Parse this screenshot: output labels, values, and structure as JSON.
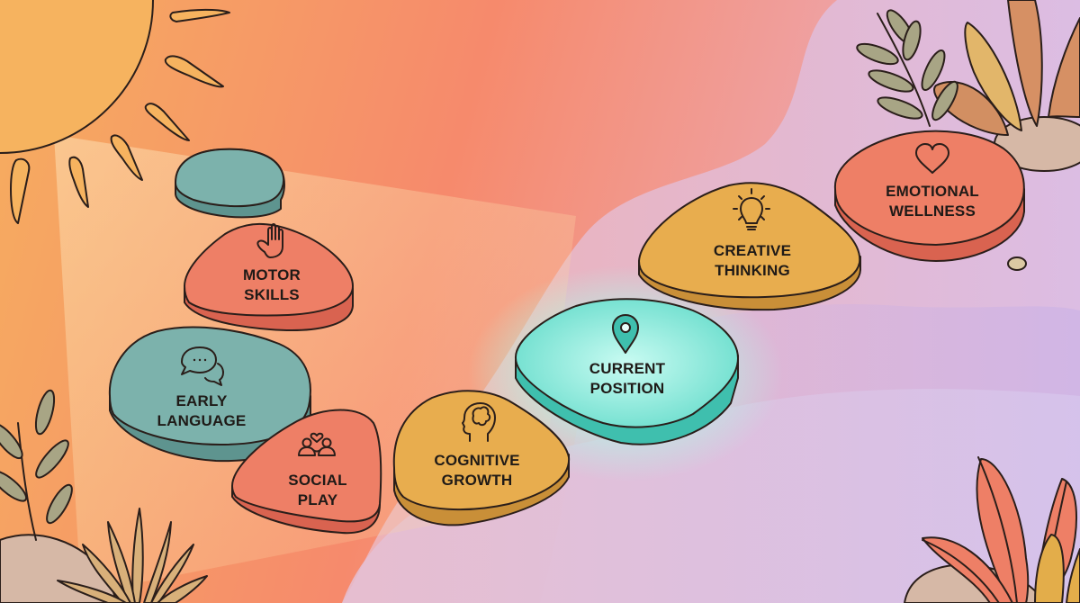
{
  "scene": {
    "title": "Child development stepping-stone path",
    "colors": {
      "bg_left": "#f6ad5f",
      "bg_mid": "#f68a6c",
      "bg_right": "#e7b3c2",
      "bg_lavender": "#d6bfe6",
      "sun": "#f6b35f",
      "teal_stone": "#7cb2ac",
      "coral_stone": "#ee7f66",
      "gold_stone": "#e8ad4e",
      "current_stone": "#63e0cf",
      "current_glow": "#b7fff0",
      "outline": "#2a1e1a"
    }
  },
  "stones": [
    {
      "id": "blank",
      "label_line1": "",
      "label_line2": "",
      "icon": "none",
      "color": "teal"
    },
    {
      "id": "motor-skills",
      "label_line1": "MOTOR",
      "label_line2": "SKILLS",
      "icon": "hand-icon",
      "color": "coral"
    },
    {
      "id": "early-language",
      "label_line1": "EARLY",
      "label_line2": "LANGUAGE",
      "icon": "chat-bubbles-icon",
      "color": "teal"
    },
    {
      "id": "social-play",
      "label_line1": "SOCIAL",
      "label_line2": "PLAY",
      "icon": "people-heart-icon",
      "color": "coral"
    },
    {
      "id": "cognitive-growth",
      "label_line1": "COGNITIVE",
      "label_line2": "GROWTH",
      "icon": "head-brain-icon",
      "color": "gold"
    },
    {
      "id": "current-position",
      "label_line1": "CURRENT",
      "label_line2": "POSITION",
      "icon": "location-pin-icon",
      "color": "current",
      "is_current": true
    },
    {
      "id": "creative-thinking",
      "label_line1": "CREATIVE",
      "label_line2": "THINKING",
      "icon": "lightbulb-icon",
      "color": "gold"
    },
    {
      "id": "emotional-wellness",
      "label_line1": "EMOTIONAL",
      "label_line2": "WELLNESS",
      "icon": "heart-icon",
      "color": "coral"
    }
  ]
}
